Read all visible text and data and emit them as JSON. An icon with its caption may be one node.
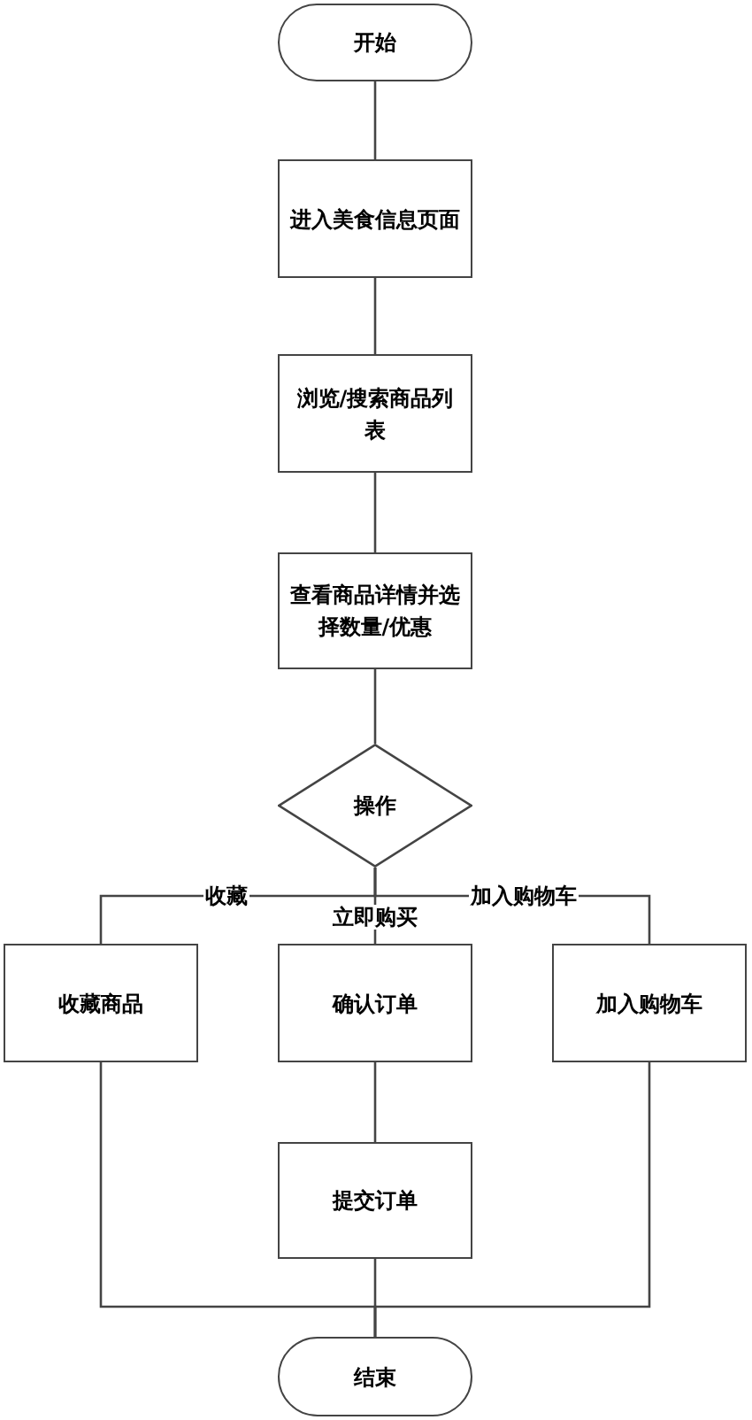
{
  "diagram": {
    "nodes": [
      {
        "text": [
          "开始"
        ]
      },
      {
        "text": [
          "进入美食信息页面"
        ]
      },
      {
        "text": [
          "浏览/搜索商品列表"
        ]
      },
      {
        "text": [
          "查看商品详情并选择数量/优惠"
        ]
      },
      {
        "text": [
          "操作"
        ]
      },
      {
        "text": [
          "收藏商品"
        ]
      },
      {
        "text": [
          "确认订单"
        ]
      },
      {
        "text": [
          "加入购物车"
        ]
      },
      {
        "text": [
          "提交订单"
        ]
      },
      {
        "text": [
          "结束"
        ]
      }
    ],
    "edges": [
      {
        "from": 0,
        "to": 1,
        "arrow": "none"
      },
      {
        "from": 1,
        "to": 2,
        "arrow": "none"
      },
      {
        "from": 2,
        "to": 3,
        "arrow": "none"
      },
      {
        "from": 3,
        "to": 4,
        "arrow": "none"
      },
      {
        "from": 4,
        "to": 5,
        "arrow": "none",
        "label": "收藏"
      },
      {
        "from": 4,
        "to": 6,
        "arrow": "none",
        "label": "立即购买"
      },
      {
        "from": 4,
        "to": 7,
        "arrow": "none",
        "label": "加入购物车"
      },
      {
        "from": 6,
        "to": 8,
        "arrow": "none"
      },
      {
        "from": 5,
        "to": 9,
        "arrow": "none"
      },
      {
        "from": 8,
        "to": 9,
        "arrow": "none"
      },
      {
        "from": 7,
        "to": 9,
        "arrow": "none"
      }
    ]
  }
}
